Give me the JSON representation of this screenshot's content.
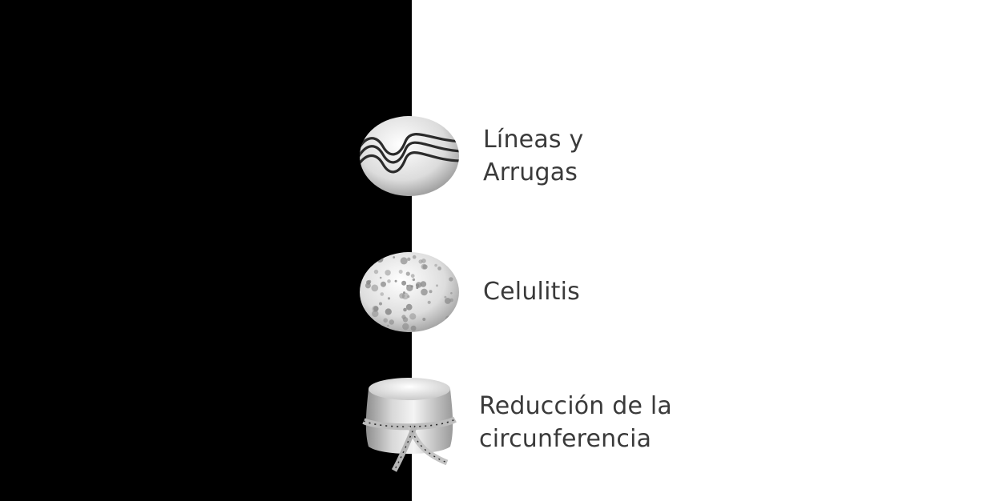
{
  "panel_colors": {
    "left": "#000000",
    "right": "#ffffff",
    "text": "#3a3a3a"
  },
  "items": [
    {
      "icon": "wrinkles-icon",
      "label_lines": [
        "Líneas y",
        "Arrugas"
      ]
    },
    {
      "icon": "cellulite-icon",
      "label_lines": [
        "Celulitis"
      ]
    },
    {
      "icon": "waist-measuring-tape-icon",
      "label_lines": [
        "Reducción de la",
        "circunferencia"
      ]
    }
  ]
}
